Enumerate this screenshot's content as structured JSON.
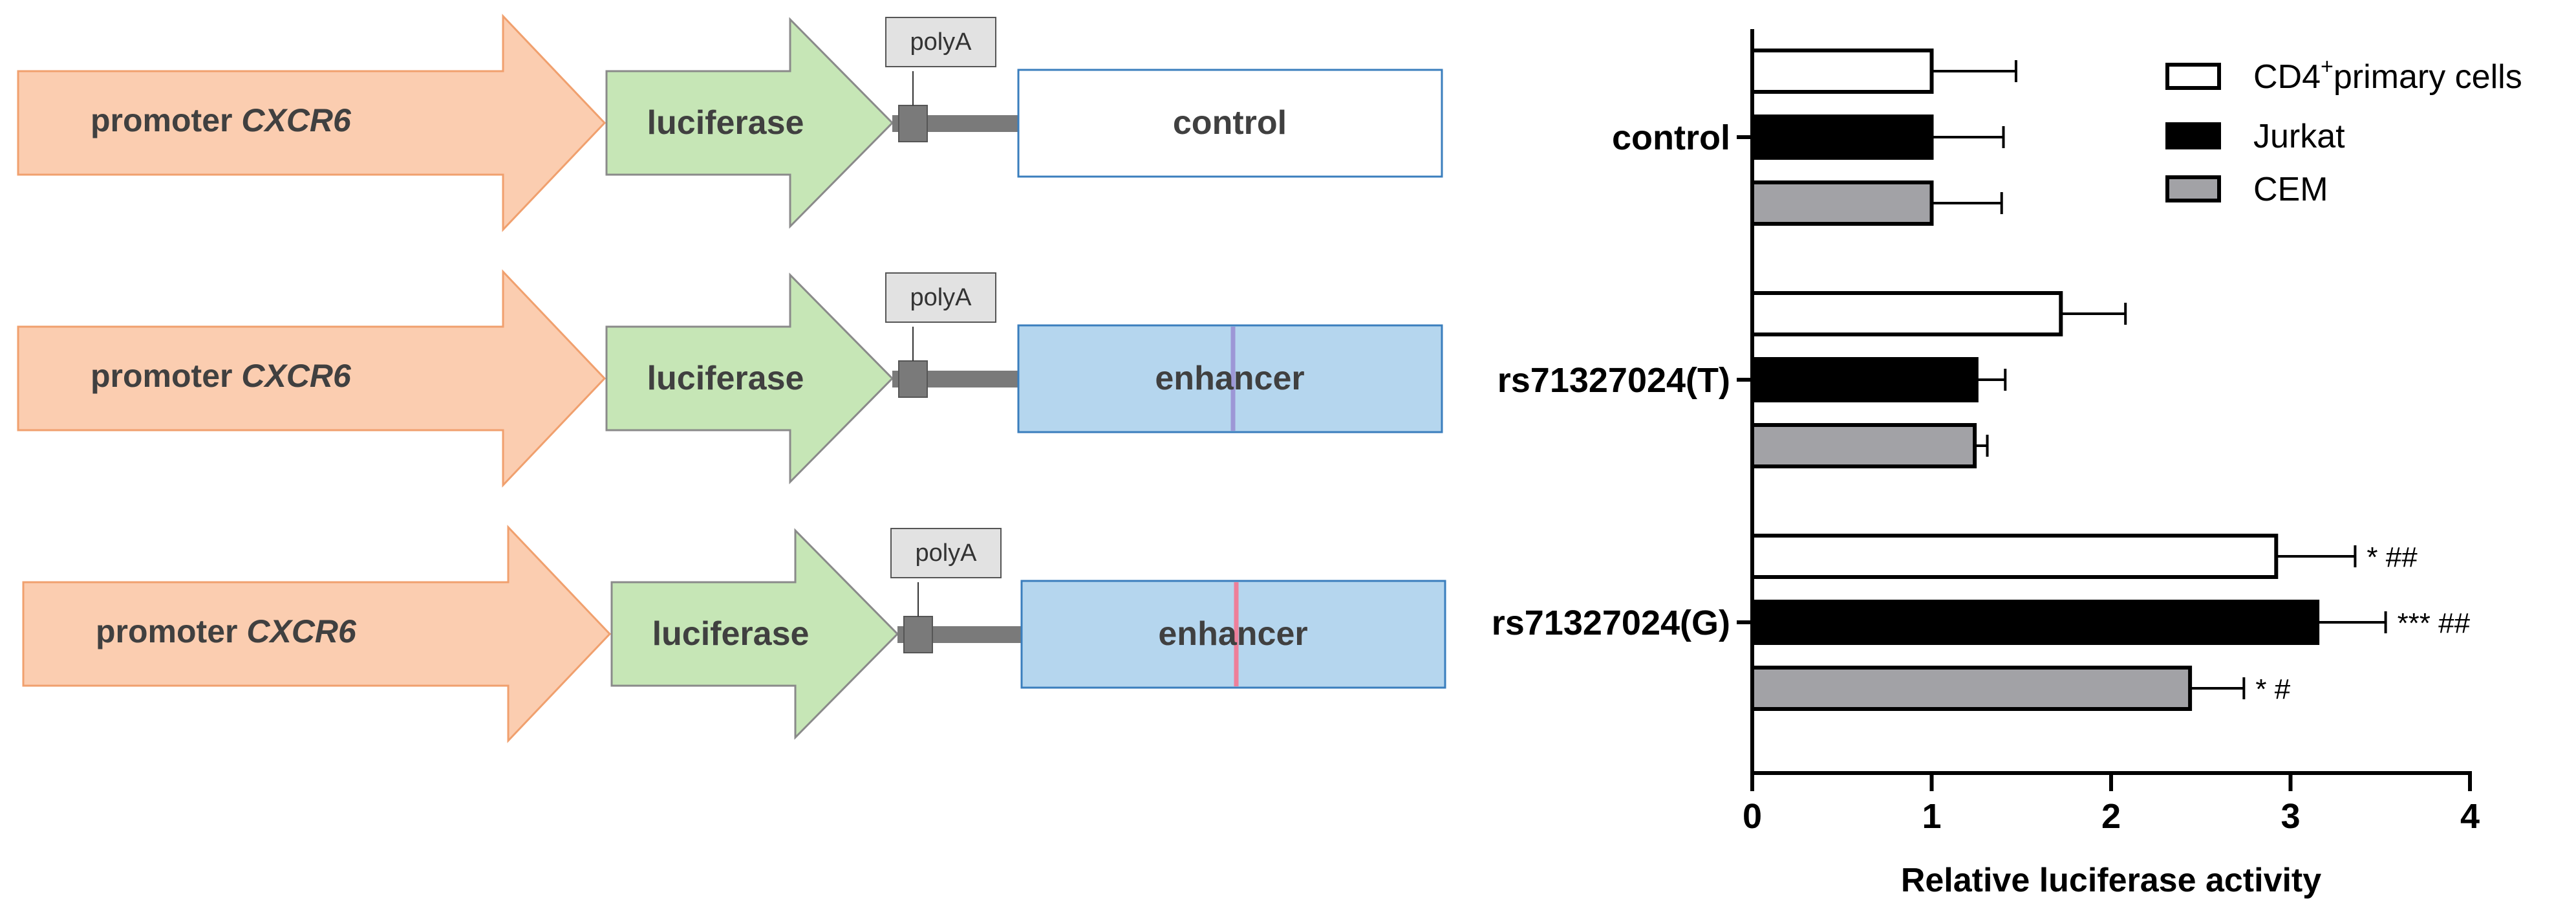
{
  "constructs": [
    {
      "promoter_prefix": "promoter ",
      "promoter_gene": "CXCR6",
      "reporter_label": "luciferase",
      "polya_label": "polyA",
      "element_label": "control",
      "element_fill": "#ffffff",
      "variant_color": ""
    },
    {
      "promoter_prefix": "promoter ",
      "promoter_gene": "CXCR6",
      "reporter_label": "luciferase",
      "polya_label": "polyA",
      "element_label": "enhancer",
      "element_fill": "#b5d6ee",
      "variant_color": "#9d97d6"
    },
    {
      "promoter_prefix": "promoter ",
      "promoter_gene": "CXCR6",
      "reporter_label": "luciferase",
      "polya_label": "polyA",
      "element_label": "enhancer",
      "element_fill": "#b5d6ee",
      "variant_color": "#ee7f9a"
    }
  ],
  "colors": {
    "promoter_fill": "#fbcdb0",
    "promoter_stroke": "#f0a06e",
    "reporter_fill": "#c6e6b6",
    "reporter_stroke": "#8a8a8a",
    "element_stroke": "#3a7ebd",
    "backbone": "#7a7a7a",
    "polya_fill": "#e2e2e2"
  },
  "chart_data": {
    "type": "bar",
    "orientation": "horizontal",
    "categories": [
      "control",
      "rs71327024(T)",
      "rs71327024(G)"
    ],
    "series": [
      {
        "name": "CD4+primary cells",
        "legend_main": "CD4",
        "legend_sup": "+",
        "legend_rest": "primary cells",
        "color": "#ffffff",
        "values": [
          1.0,
          1.72,
          2.92
        ],
        "errors": [
          0.47,
          0.36,
          0.44
        ],
        "annotations": [
          "",
          "",
          "* ##"
        ]
      },
      {
        "name": "Jurkat",
        "legend_main": "Jurkat",
        "legend_sup": "",
        "legend_rest": "",
        "color": "#000000",
        "values": [
          1.0,
          1.25,
          3.15
        ],
        "errors": [
          0.4,
          0.16,
          0.38
        ],
        "annotations": [
          "",
          "",
          "*** ##"
        ]
      },
      {
        "name": "CEM",
        "legend_main": "CEM",
        "legend_sup": "",
        "legend_rest": "",
        "color": "#a2a2a6",
        "values": [
          1.0,
          1.24,
          2.44
        ],
        "errors": [
          0.39,
          0.07,
          0.3
        ],
        "annotations": [
          "",
          "",
          "* #"
        ]
      }
    ],
    "xlabel": "Relative luciferase activity",
    "xlim": [
      0,
      4
    ],
    "xticks": [
      "0",
      "1",
      "2",
      "3",
      "4"
    ],
    "grid": false,
    "legend_position": "top-right"
  }
}
